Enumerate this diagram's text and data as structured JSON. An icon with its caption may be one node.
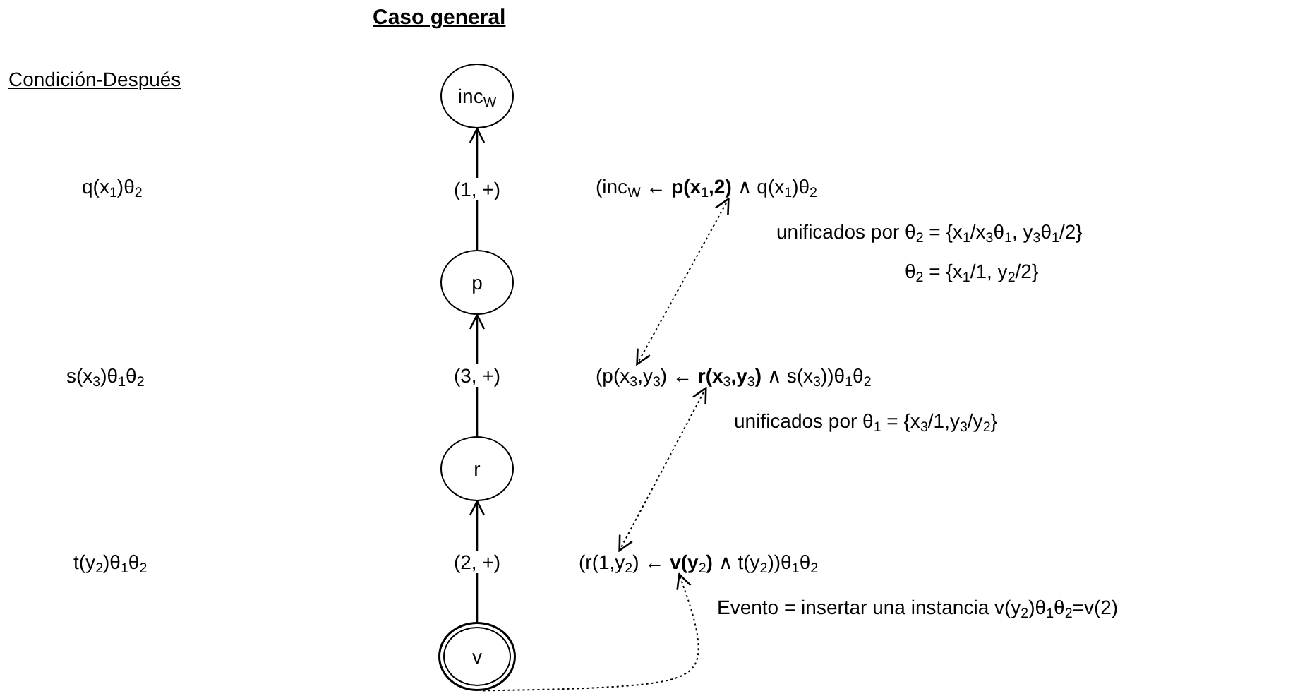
{
  "diagram": {
    "title": "Caso general",
    "nodes": [
      {
        "text": [
          "inc$_{W}$"
        ]
      },
      {
        "text": [
          "(inc$_{W}$ ← **p(x**$_{1}$**,2)** ∧ q(x$_{1}$)θ$_{2}$"
        ]
      },
      {
        "text": [
          "p"
        ]
      },
      {
        "text": [
          "(p(x$_{3}$,y$_{3}$) ← **r(x**$_{3}$**,y**$_{3}$**)** ∧ s(x$_{3}$))θ$_{1}$θ$_{2}$"
        ]
      },
      {
        "text": [
          "r"
        ]
      },
      {
        "text": [
          "(r(1,y$_{2}$) ← **v(y**$_{2}$**)** ∧ t(y$_{2}$))θ$_{1}$θ$_{2}$"
        ]
      },
      {
        "text": [
          "v"
        ]
      }
    ],
    "edges": [
      {
        "from": 2,
        "to": 0,
        "arrow": "to",
        "label": "(1, +)"
      },
      {
        "from": 4,
        "to": 2,
        "arrow": "to",
        "label": "(3, +)"
      },
      {
        "from": 6,
        "to": 4,
        "arrow": "to",
        "label": "(2, +)"
      },
      {
        "from": 1,
        "to": 3,
        "arrow": "both",
        "style": "dashed"
      },
      {
        "from": 3,
        "to": 5,
        "arrow": "both",
        "style": "dashed"
      },
      {
        "from": 6,
        "to": 5,
        "arrow": "to",
        "style": "dashed"
      }
    ],
    "labels": [
      "Condición-Después",
      "q(x$_{1}$)θ$_{2}$",
      "unificados por θ$_{2}$ = {x$_{1}$/x$_{3}$θ$_{1}$, y$_{3}$θ$_{1}$/2}",
      "θ$_{2}$ = {x$_{1}$/1, y$_{2}$/2}",
      "s(x$_{3}$)θ$_{1}$θ$_{2}$",
      "unificados por θ$_{1}$ = {x$_{3}$/1,y$_{3}$/y$_{2}$}",
      "t(y$_{2}$)θ$_{1}$θ$_{2}$",
      "Evento = insertar una instancia v(y$_{2}$)θ$_{1}$θ$_{2}$=v(2)"
    ]
  }
}
